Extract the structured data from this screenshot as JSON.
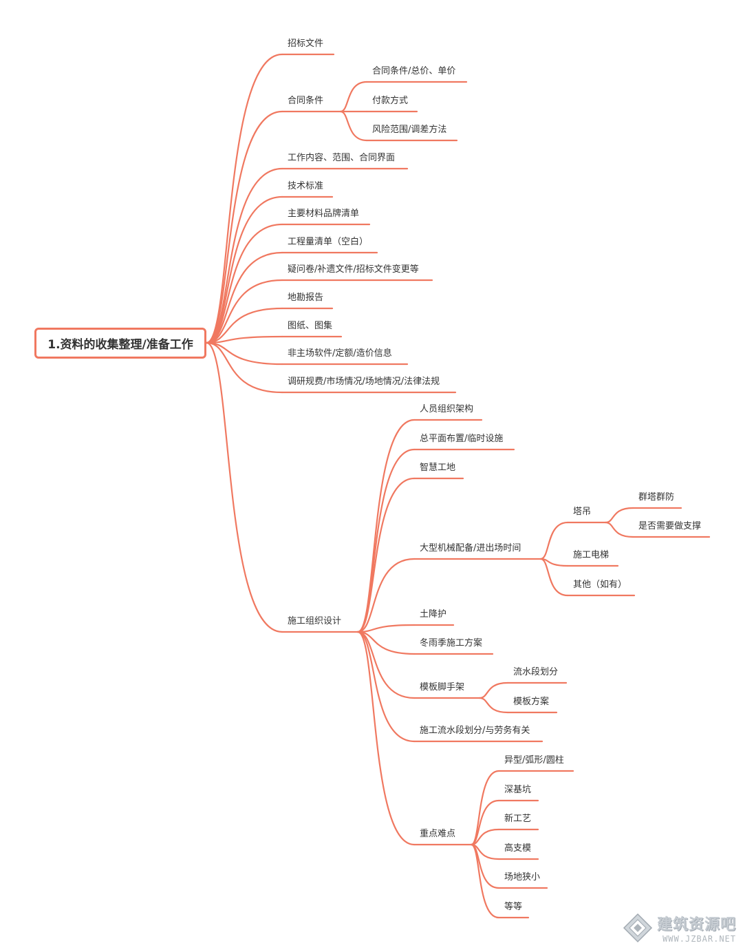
{
  "colors": {
    "line": "#f07860",
    "text": "#333333"
  },
  "mindmap": {
    "root": "1.资料的收集整理/准备工作",
    "branches": [
      {
        "label": "招标文件"
      },
      {
        "label": "合同条件",
        "children": [
          {
            "label": "合同条件/总价、单价"
          },
          {
            "label": "付款方式"
          },
          {
            "label": "风险范围/调差方法"
          }
        ]
      },
      {
        "label": "工作内容、范围、合同界面"
      },
      {
        "label": "技术标准"
      },
      {
        "label": "主要材料品牌清单"
      },
      {
        "label": "工程量清单（空白）"
      },
      {
        "label": "疑问卷/补遗文件/招标文件变更等"
      },
      {
        "label": "地勘报告"
      },
      {
        "label": "图纸、图集"
      },
      {
        "label": "非主场软件/定额/造价信息"
      },
      {
        "label": "调研规费/市场情况/场地情况/法律法规"
      },
      {
        "label": "施工组织设计",
        "children": [
          {
            "label": "人员组织架构"
          },
          {
            "label": "总平面布置/临时设施"
          },
          {
            "label": "智慧工地"
          },
          {
            "label": "大型机械配备/进出场时间",
            "children": [
              {
                "label": "塔吊",
                "children": [
                  {
                    "label": "群塔群防"
                  },
                  {
                    "label": "是否需要做支撑"
                  }
                ]
              },
              {
                "label": "施工电梯"
              },
              {
                "label": "其他（如有）"
              }
            ]
          },
          {
            "label": "土降护"
          },
          {
            "label": "冬雨季施工方案"
          },
          {
            "label": "模板脚手架",
            "children": [
              {
                "label": "流水段划分"
              },
              {
                "label": "模板方案"
              }
            ]
          },
          {
            "label": "施工流水段划分/与劳务有关"
          },
          {
            "label": "重点难点",
            "children": [
              {
                "label": "异型/弧形/圆柱"
              },
              {
                "label": "深基坑"
              },
              {
                "label": "新工艺"
              },
              {
                "label": "高支模"
              },
              {
                "label": "场地狭小"
              },
              {
                "label": "等等"
              }
            ]
          }
        ]
      }
    ]
  },
  "watermark": {
    "cn": "建筑资源吧",
    "en": "WWW.JZBAR.NET"
  }
}
